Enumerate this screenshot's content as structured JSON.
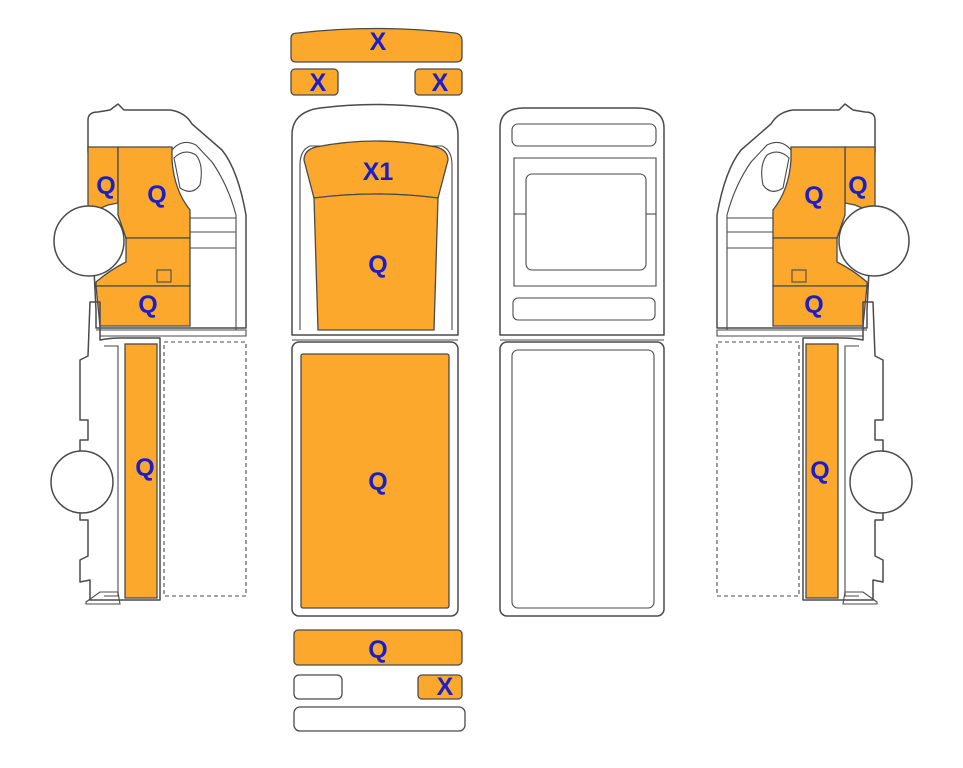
{
  "colors": {
    "fill": "#fba82c",
    "label": "#1c1fc8",
    "outline": "#4a4a4a",
    "blank": "#ffffff"
  },
  "panels": [
    {
      "name": "roof-front-strip",
      "label": "X",
      "filled": true
    },
    {
      "name": "mirror-left",
      "label": "X",
      "filled": true
    },
    {
      "name": "mirror-right",
      "label": "X",
      "filled": true
    },
    {
      "name": "windshield",
      "label": "X1",
      "filled": true
    },
    {
      "name": "hood-top",
      "label": "Q",
      "filled": true
    },
    {
      "name": "cargo-roof",
      "label": "Q",
      "filled": true
    },
    {
      "name": "rear-bumper",
      "label": "Q",
      "filled": true
    },
    {
      "name": "rear-small-left",
      "label": "",
      "filled": false
    },
    {
      "name": "rear-small-right",
      "label": "X",
      "filled": true
    },
    {
      "name": "rear-bottom-strip",
      "label": "",
      "filled": false
    },
    {
      "name": "left-cab-front",
      "label": "Q",
      "filled": true
    },
    {
      "name": "left-door",
      "label": "Q",
      "filled": true
    },
    {
      "name": "left-lower-cab",
      "label": "Q",
      "filled": true
    },
    {
      "name": "left-side-body",
      "label": "Q",
      "filled": true
    },
    {
      "name": "right-cab-front",
      "label": "Q",
      "filled": true
    },
    {
      "name": "right-door",
      "label": "Q",
      "filled": true
    },
    {
      "name": "right-lower-cab",
      "label": "Q",
      "filled": true
    },
    {
      "name": "right-side-body",
      "label": "Q",
      "filled": true
    }
  ]
}
